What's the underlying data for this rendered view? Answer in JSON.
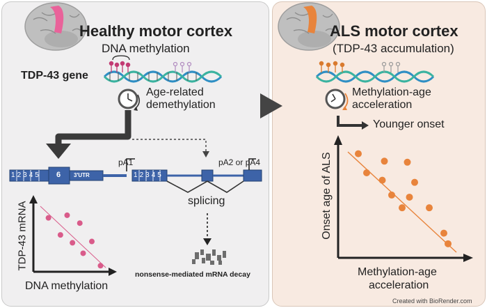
{
  "left": {
    "title": "Healthy motor cortex",
    "methylation_label": "DNA methylation",
    "gene_label": "TDP-43 gene",
    "clock_label_1": "Age-related",
    "clock_label_2": "demethylation",
    "exons_full": [
      "1",
      "2",
      "3",
      "4",
      "5",
      "6"
    ],
    "utr_label": "3'UTR",
    "pa1_label": "pA1",
    "pa2_label": "pA2 or pA4",
    "splicing_label": "splicing",
    "nmd_label": "nonsense-mediated mRNA decay",
    "plot_ylabel": "TDP-43 mRNA",
    "plot_xlabel": "DNA methylation",
    "plot_points": [
      [
        0.1,
        0.78
      ],
      [
        0.38,
        0.82
      ],
      [
        0.57,
        0.7
      ],
      [
        0.28,
        0.52
      ],
      [
        0.46,
        0.4
      ],
      [
        0.75,
        0.42
      ],
      [
        0.62,
        0.24
      ],
      [
        0.88,
        0.05
      ]
    ],
    "accent_color": "#d95b8a"
  },
  "right": {
    "title": "ALS motor cortex",
    "subtitle": "(TDP-43 accumulation)",
    "clock_label_1": "Methylation-age",
    "clock_label_2": "acceleration",
    "onset_label": "Younger onset",
    "plot_ylabel": "Onset age of ALS",
    "plot_xlabel_1": "Methylation-age",
    "plot_xlabel_2": "acceleration",
    "plot_points": [
      [
        0.1,
        0.93
      ],
      [
        0.35,
        0.86
      ],
      [
        0.57,
        0.85
      ],
      [
        0.18,
        0.75
      ],
      [
        0.33,
        0.68
      ],
      [
        0.64,
        0.66
      ],
      [
        0.42,
        0.54
      ],
      [
        0.59,
        0.52
      ],
      [
        0.52,
        0.42
      ],
      [
        0.78,
        0.42
      ],
      [
        0.92,
        0.18
      ],
      [
        0.96,
        0.08
      ]
    ],
    "accent_color": "#e8843c"
  },
  "credit": "Created with BioRender.com"
}
